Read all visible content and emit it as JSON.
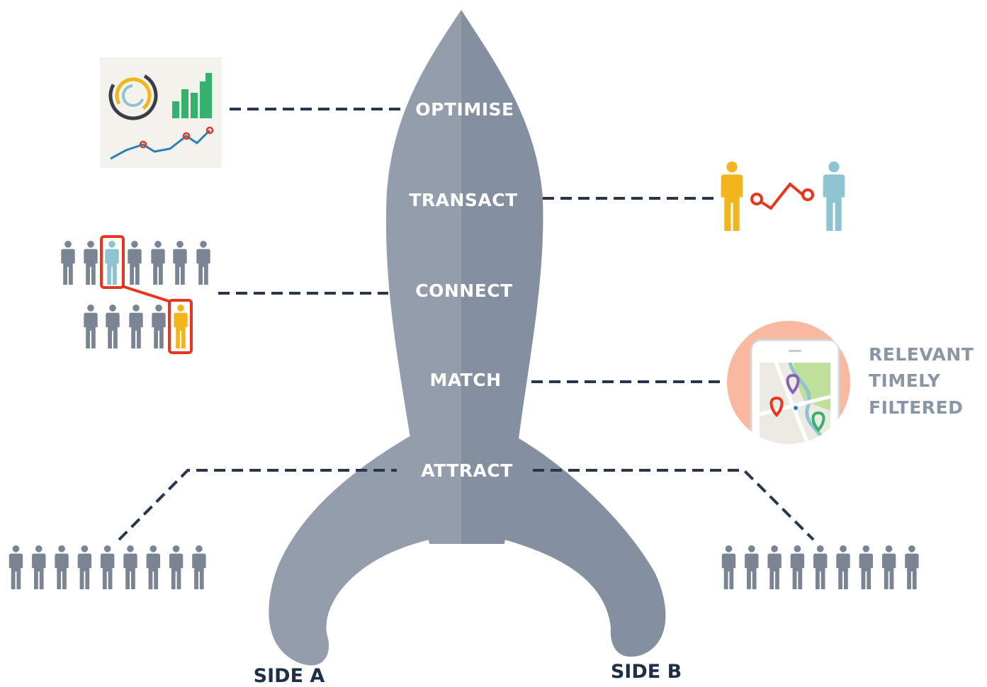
{
  "stages": [
    {
      "label": "OPTIMISE",
      "icon": "analytics-charts-icon"
    },
    {
      "label": "TRANSACT",
      "icon": "person-to-person-transaction-icon"
    },
    {
      "label": "CONNECT",
      "icon": "people-connection-icon"
    },
    {
      "label": "MATCH",
      "icon": "mobile-map-icon"
    },
    {
      "label": "ATTRACT",
      "icon": "crowd-icon"
    }
  ],
  "match_qualities": [
    "RELEVANT",
    "TIMELY",
    "FILTERED"
  ],
  "sides": {
    "a": "SIDE A",
    "b": "SIDE B"
  },
  "colors": {
    "rocket_left": "#939dac",
    "rocket_right": "#848f9f",
    "person_grey": "#7a8493",
    "person_blue": "#8ec3d2",
    "person_yellow": "#f2b51c",
    "highlight_red": "#e8361d",
    "map_circle": "#f8b9a0",
    "chart_green": "#35b06d"
  }
}
